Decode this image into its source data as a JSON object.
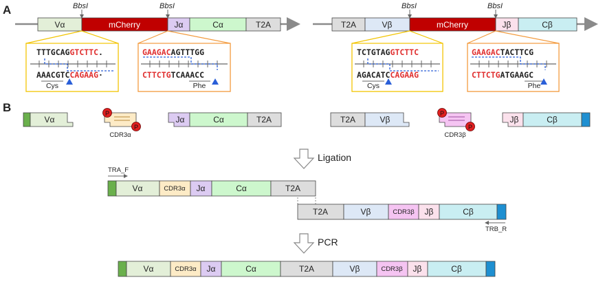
{
  "panels": {
    "a": "A",
    "b": "B"
  },
  "colors": {
    "va": "#e3efd8",
    "ja": "#dccbf2",
    "ca": "#cdf7cd",
    "t2a": "#dddddd",
    "vb": "#dde8f6",
    "jb": "#fbe1ec",
    "cb": "#c9eef2",
    "mcherry": "#c00000",
    "cdr3a": "#fdebc6",
    "cdr3b": "#f5c4f2",
    "green_cap": "#6ab04c",
    "blue_cap": "#1e8fd1",
    "phos": "#e02020",
    "red_text": "#e03030",
    "box_left": "#f2c400",
    "box_right": "#f39a3c",
    "guide": "#2a5fd8"
  },
  "a": {
    "left": {
      "segments": [
        "Vα",
        "mCherry",
        "Jα",
        "Cα",
        "T2A"
      ],
      "site_labels": [
        "BbsI",
        "BbsI"
      ],
      "box1": {
        "top_black": "TTTGCAG",
        "top_red": "GTCTTC",
        "top_dot": ".",
        "bot_black": "AAACGTC",
        "bot_red": "CAGAAG",
        "bot_dot": "·",
        "aa": "Cys"
      },
      "box2": {
        "top_red": "GAAGAC",
        "top_black": "AGTTTGG",
        "bot_red": "CTTCTG",
        "bot_black": "TCAAACC",
        "aa": "Phe"
      }
    },
    "right": {
      "segments": [
        "T2A",
        "Vβ",
        "mCherry",
        "Jβ",
        "Cβ"
      ],
      "site_labels": [
        "BbsI",
        "BbsI"
      ],
      "box1": {
        "top_black": "TCTGTAG",
        "top_red": "GTCTTC",
        "bot_black": "AGACATC",
        "bot_red": "CAGAAG",
        "aa": "Cys"
      },
      "box2": {
        "top_red": "GAAGAC",
        "top_black": "TACTTCG",
        "bot_red": "CTTCTG",
        "bot_black": "ATGAAGC",
        "aa": "Phe"
      }
    }
  },
  "b": {
    "fragments": [
      "Vα",
      "CDR3α",
      "Jα",
      "Cα",
      "T2A",
      "T2A",
      "Vβ",
      "CDR3β",
      "Jβ",
      "Cβ"
    ],
    "phos_label": "P",
    "step1": "Ligation",
    "step2": "PCR",
    "primer_fwd": "TRA_F",
    "primer_rev": "TRB_R",
    "mid_alpha": [
      "Vα",
      "CDR3α",
      "Jα",
      "Cα",
      "T2A"
    ],
    "mid_beta": [
      "T2A",
      "Vβ",
      "CDR3β",
      "Jβ",
      "Cβ"
    ],
    "final": [
      "Vα",
      "CDR3α",
      "Jα",
      "Cα",
      "T2A",
      "Vβ",
      "CDR3β",
      "Jβ",
      "Cβ"
    ]
  }
}
